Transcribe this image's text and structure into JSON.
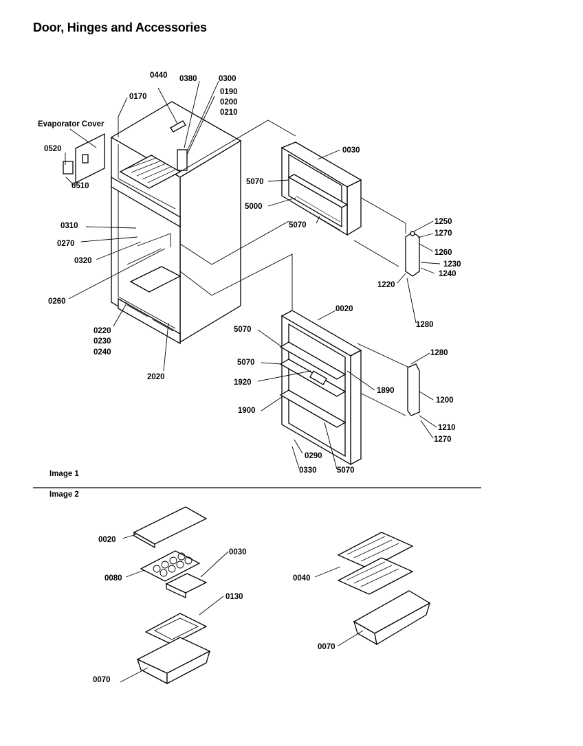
{
  "title": "Door, Hinges and Accessories",
  "image1_label": "Image 1",
  "image2_label": "Image 2",
  "evaporator_cover_label": "Evaporator Cover",
  "image1_callouts": [
    "0440",
    "0380",
    "0300",
    "0190",
    "0200",
    "0210",
    "0170",
    "0520",
    "0510",
    "0310",
    "0270",
    "0320",
    "0260",
    "0220",
    "0230",
    "0240",
    "2020",
    "0030",
    "5070",
    "5000",
    "5070",
    "1250",
    "1270",
    "1260",
    "1230",
    "1240",
    "1220",
    "1280",
    "0020",
    "5070",
    "5070",
    "1920",
    "1900",
    "1890",
    "1280",
    "1200",
    "1210",
    "1270",
    "0290",
    "0330",
    "5070"
  ],
  "image2_callouts": [
    "0020",
    "0080",
    "0030",
    "0130",
    "0070",
    "0040",
    "0070"
  ]
}
